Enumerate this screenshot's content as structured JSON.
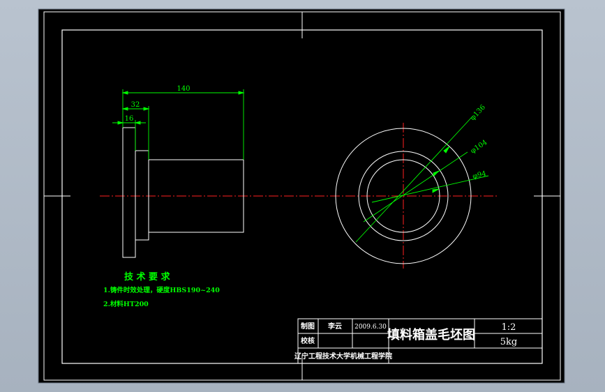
{
  "drawing": {
    "colors": {
      "background": "#000000",
      "viewport_surround": "#b3bdc9",
      "outline": "#ffffff",
      "centerline": "#ff2020",
      "dimension": "#00ff00",
      "notes": "#00ff00"
    },
    "dimensions": {
      "length_total": "140",
      "length_flange_step": "32",
      "length_flange": "16",
      "dia_outer": "φ136",
      "dia_mid": "φ104",
      "dia_inner": "φ94"
    },
    "tech_requirements": {
      "title": "技 术 要 求",
      "line1": "1.铸件时效处理，硬度HBS190~240",
      "line2": "2.材料HT200"
    },
    "title_block": {
      "drawn_label": "制图",
      "drawn_by": "李云",
      "date": "2009.6.30",
      "checked_label": "校核",
      "drawing_title": "填料箱盖毛坯图",
      "scale": "1:2",
      "weight": "5kg",
      "institution": "辽宁工程技术大学机械工程学院"
    }
  }
}
